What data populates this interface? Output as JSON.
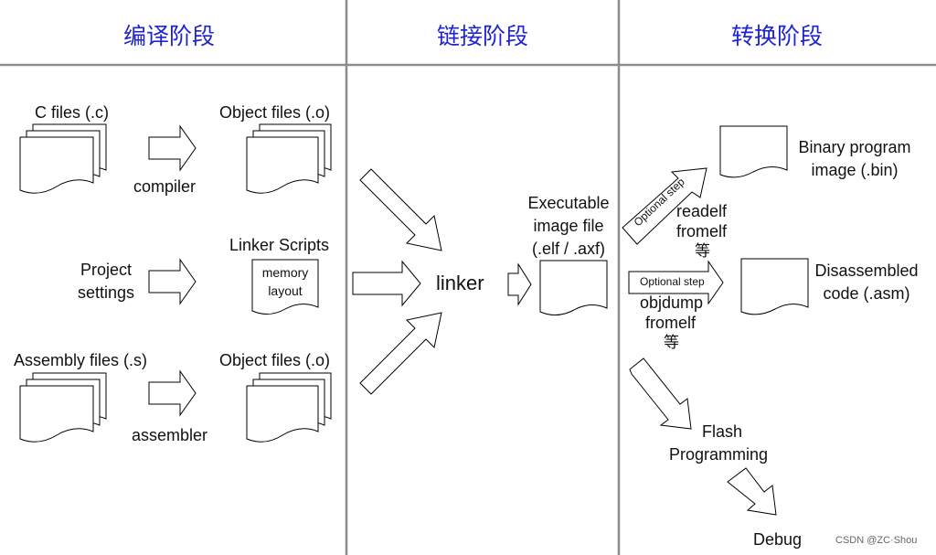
{
  "headers": {
    "compile": "编译阶段",
    "link": "链接阶段",
    "convert": "转换阶段"
  },
  "compile": {
    "c_files": "C files (.c)",
    "object_files_1": "Object files (.o)",
    "compiler": "compiler",
    "project": "Project",
    "settings": "settings",
    "linker_scripts": "Linker Scripts",
    "memory": "memory",
    "layout": "layout",
    "assembly_files": "Assembly files (.s)",
    "object_files_2": "Object files (.o)",
    "assembler": "assembler"
  },
  "link": {
    "linker": "linker",
    "executable": "Executable",
    "image_file": "image file",
    "elf_axf": "(.elf / .axf)"
  },
  "convert": {
    "optional_step_1": "Optional step",
    "readelf": "readelf",
    "fromelf_1": "fromelf",
    "etc_1": "等",
    "binary_program": "Binary program",
    "image_bin": "image (.bin)",
    "optional_step_2": "Optional step",
    "objdump": "objdump",
    "fromelf_2": "fromelf",
    "etc_2": "等",
    "disassembled": "Disassembled",
    "code_asm": "code (.asm)",
    "flash": "Flash",
    "programming": "Programming",
    "debug": "Debug"
  },
  "watermark": "CSDN @ZC·Shou",
  "colors": {
    "header_text": "#1f24d2",
    "divider": "#8c8c8c",
    "stroke": "#000000"
  }
}
